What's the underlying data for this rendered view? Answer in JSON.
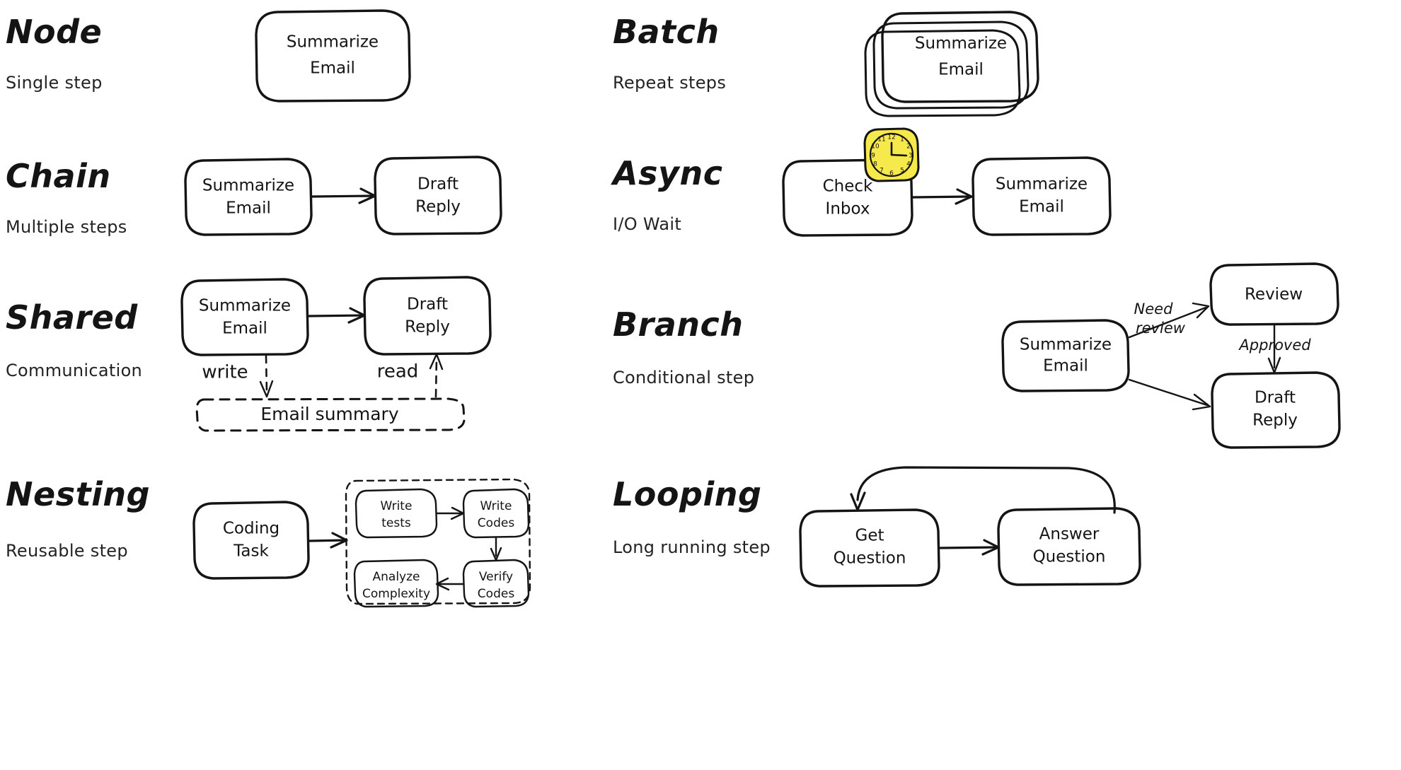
{
  "diagram": {
    "title_style": "hand-drawn sketch",
    "background": "#ffffff",
    "ink": "#141414",
    "accent": "#f6e94b"
  },
  "patterns": [
    {
      "id": "node",
      "title": "Node",
      "subtitle": "Single step",
      "nodes": [
        {
          "label_line1": "Summarize",
          "label_line2": "Email"
        }
      ]
    },
    {
      "id": "batch",
      "title": "Batch",
      "subtitle": "Repeat steps",
      "stack_count": 3,
      "nodes": [
        {
          "label_line1": "Summarize",
          "label_line2": "Email"
        }
      ]
    },
    {
      "id": "chain",
      "title": "Chain",
      "subtitle": "Multiple steps",
      "nodes": [
        {
          "label_line1": "Summarize",
          "label_line2": "Email"
        },
        {
          "label_line1": "Draft",
          "label_line2": "Reply"
        }
      ]
    },
    {
      "id": "async",
      "title": "Async",
      "subtitle": "I/O Wait",
      "nodes": [
        {
          "label_line1": "Check",
          "label_line2": "Inbox"
        },
        {
          "label_line1": "Summarize",
          "label_line2": "Email"
        }
      ],
      "badge": "clock-icon",
      "clock_numerals": [
        "12",
        "1",
        "2",
        "3",
        "4",
        "5",
        "6",
        "7",
        "8",
        "9",
        "10",
        "11"
      ]
    },
    {
      "id": "shared",
      "title": "Shared",
      "subtitle": "Communication",
      "nodes": [
        {
          "label_line1": "Summarize",
          "label_line2": "Email"
        },
        {
          "label_line1": "Draft",
          "label_line2": "Reply"
        }
      ],
      "store": "Email summary",
      "edge_write": "write",
      "edge_read": "read"
    },
    {
      "id": "branch",
      "title": "Branch",
      "subtitle": "Conditional step",
      "nodes": [
        {
          "label_line1": "Summarize",
          "label_line2": "Email"
        },
        {
          "label_line1": "Review",
          "label_line2": ""
        },
        {
          "label_line1": "Draft",
          "label_line2": "Reply"
        }
      ],
      "edge_need_review_line1": "Need",
      "edge_need_review_line2": "review",
      "edge_approved": "Approved"
    },
    {
      "id": "nesting",
      "title": "Nesting",
      "subtitle": "Reusable step",
      "nodes": [
        {
          "label_line1": "Coding",
          "label_line2": "Task"
        }
      ],
      "subflow": [
        {
          "label_line1": "Write",
          "label_line2": "tests"
        },
        {
          "label_line1": "Write",
          "label_line2": "Codes"
        },
        {
          "label_line1": "Verify",
          "label_line2": "Codes"
        },
        {
          "label_line1": "Analyze",
          "label_line2": "Complexity"
        }
      ]
    },
    {
      "id": "looping",
      "title": "Looping",
      "subtitle": "Long running step",
      "nodes": [
        {
          "label_line1": "Get",
          "label_line2": "Question"
        },
        {
          "label_line1": "Answer",
          "label_line2": "Question"
        }
      ]
    }
  ]
}
